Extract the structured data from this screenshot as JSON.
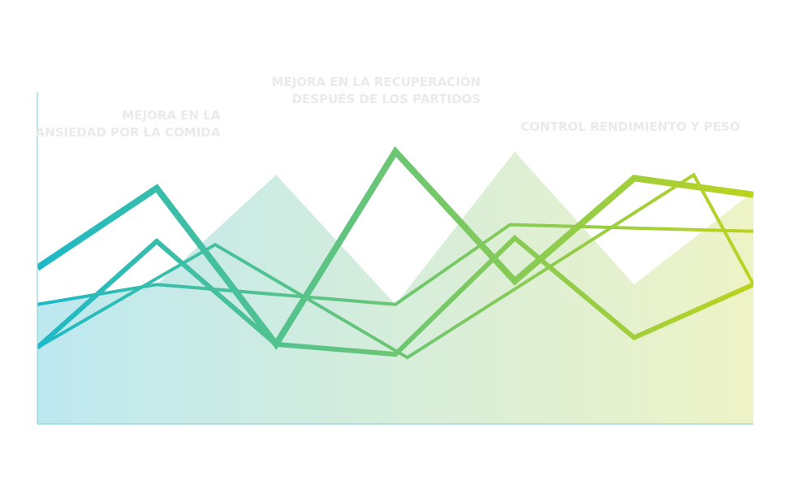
{
  "chart_data": {
    "type": "line",
    "x": [
      0,
      1,
      2,
      3,
      4,
      5,
      6
    ],
    "xlim": [
      0,
      6
    ],
    "ylim": [
      0,
      100
    ],
    "grid": false,
    "legend": "none",
    "title": "",
    "xlabel": "",
    "ylabel": "",
    "area": {
      "x": [
        0,
        1,
        2,
        3,
        4,
        5,
        6
      ],
      "values": [
        36,
        42,
        75,
        36,
        82,
        42,
        70
      ],
      "colors": {
        "start": "#BDE8F0",
        "end": "#EEF3C6"
      }
    },
    "series": [
      {
        "values": [
          47,
          71,
          24,
          82,
          43,
          74,
          69
        ],
        "width": 8
      },
      {
        "values": [
          23,
          55,
          24,
          21,
          56,
          26,
          42
        ],
        "width": 6
      },
      {
        "x": [
          0,
          1,
          3,
          3.96,
          6
        ],
        "values": [
          36,
          42,
          36,
          60,
          58
        ],
        "width": 4
      },
      {
        "x": [
          0,
          1.49,
          3.1,
          5.5,
          6
        ],
        "values": [
          23,
          54,
          20,
          75,
          42
        ],
        "width": 4
      }
    ],
    "annotations": [
      {
        "x": 1.71,
        "lines": [
          "MEJORA EN LA",
          "ANSIEDAD POR LA COMIDA"
        ]
      },
      {
        "x": 3.47,
        "lines": [
          "MEJORA EN LA RECUPERACIÓN",
          "DESPUÉS DE LOS PARTIDOS"
        ]
      },
      {
        "x": 5.65,
        "lines": [
          "CONTROL RENDIMIENTO Y PESO"
        ]
      }
    ],
    "peak_markers": [
      {
        "x": 1.71,
        "y": 75
      },
      {
        "x": 3.47,
        "y": 82
      },
      {
        "x": 5.65,
        "y": 74
      }
    ],
    "colors": {
      "start": "#1DB9C8",
      "end": "#BCD31E",
      "axis": "#8FD6D6",
      "annotation_text": "#EAEAEA",
      "marker": "#FFFFFF"
    }
  }
}
